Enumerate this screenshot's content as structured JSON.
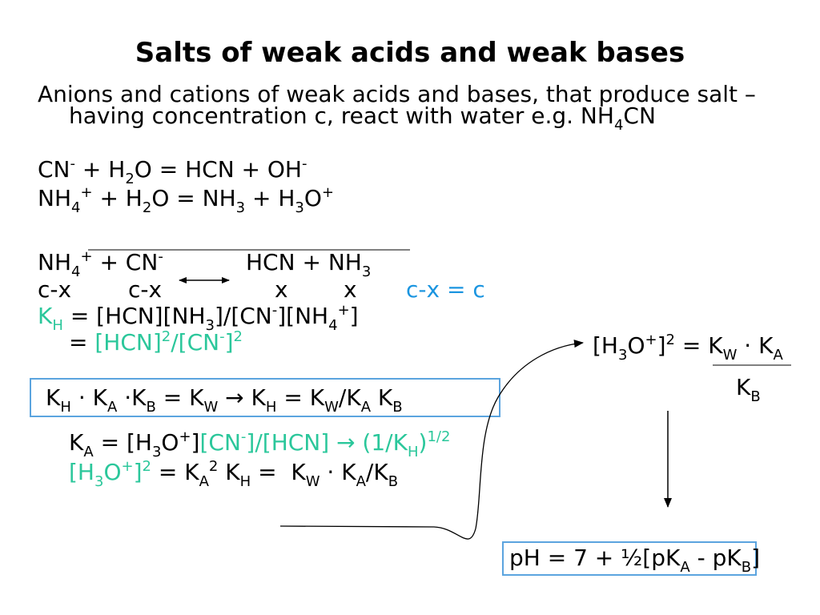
{
  "slide": {
    "title": "Salts of weak acids and weak bases",
    "intro_line1": "Anions and cations of weak acids and bases, that produce salt –",
    "intro_line2": [
      "having concentration c, react with water e.g. NH",
      "4",
      "CN"
    ],
    "eq_cn": [
      "CN",
      "-",
      " + H",
      "2",
      "O = HCN + OH",
      "-"
    ],
    "eq_nh4": [
      "NH",
      "4",
      "+",
      " + H",
      "2",
      "O = NH",
      "3",
      " + H",
      "3",
      "O",
      "+"
    ],
    "eq_salt_left": [
      "NH",
      "4",
      "+",
      " + CN",
      "-"
    ],
    "eq_salt_right": [
      "HCN + NH",
      "3"
    ],
    "conc": [
      "c-x",
      "c-x",
      "x",
      "x"
    ],
    "conc_approx": "c-x = c",
    "kh_def": [
      "K",
      "H",
      " = [HCN][NH",
      "3",
      "]/[CN",
      "-",
      "][NH",
      "4",
      "+",
      "]"
    ],
    "kh_simpl": [
      "= ",
      "[HCN]",
      "2",
      "/[CN",
      "-",
      "]",
      "2"
    ],
    "boxed": [
      "K",
      "H",
      " · K",
      "A",
      " ·K",
      "B",
      " = K",
      "W",
      " → K",
      "H",
      " = K",
      "W",
      "/K",
      "A",
      " K",
      "B"
    ],
    "ka_line": [
      "K",
      "A",
      " = [H",
      "3",
      "O",
      "+",
      "]",
      "[CN",
      "-",
      "]/[HCN] → (1/K",
      "H",
      ")",
      "1/2"
    ],
    "h3o_line": [
      "[H",
      "3",
      "O",
      "+",
      "]",
      "2",
      " = K",
      "A",
      "2",
      " K",
      "H",
      " =  K",
      "W",
      " · K",
      "A",
      "/K",
      "B"
    ],
    "ph_numerator": [
      "[H",
      "3",
      "O",
      "+",
      "]",
      "2",
      " = K",
      "W",
      " · K",
      "A"
    ],
    "ph_denominator": [
      "K",
      "B"
    ],
    "ph_result": [
      "pH = 7 + ½[pK",
      "A",
      " - pK",
      "B",
      "]"
    ]
  },
  "colors": {
    "background": "#ffffff",
    "text": "#000000",
    "accent_green": "#2bc79b",
    "accent_blue": "#1b95e0",
    "box_border": "#5ba4df"
  }
}
